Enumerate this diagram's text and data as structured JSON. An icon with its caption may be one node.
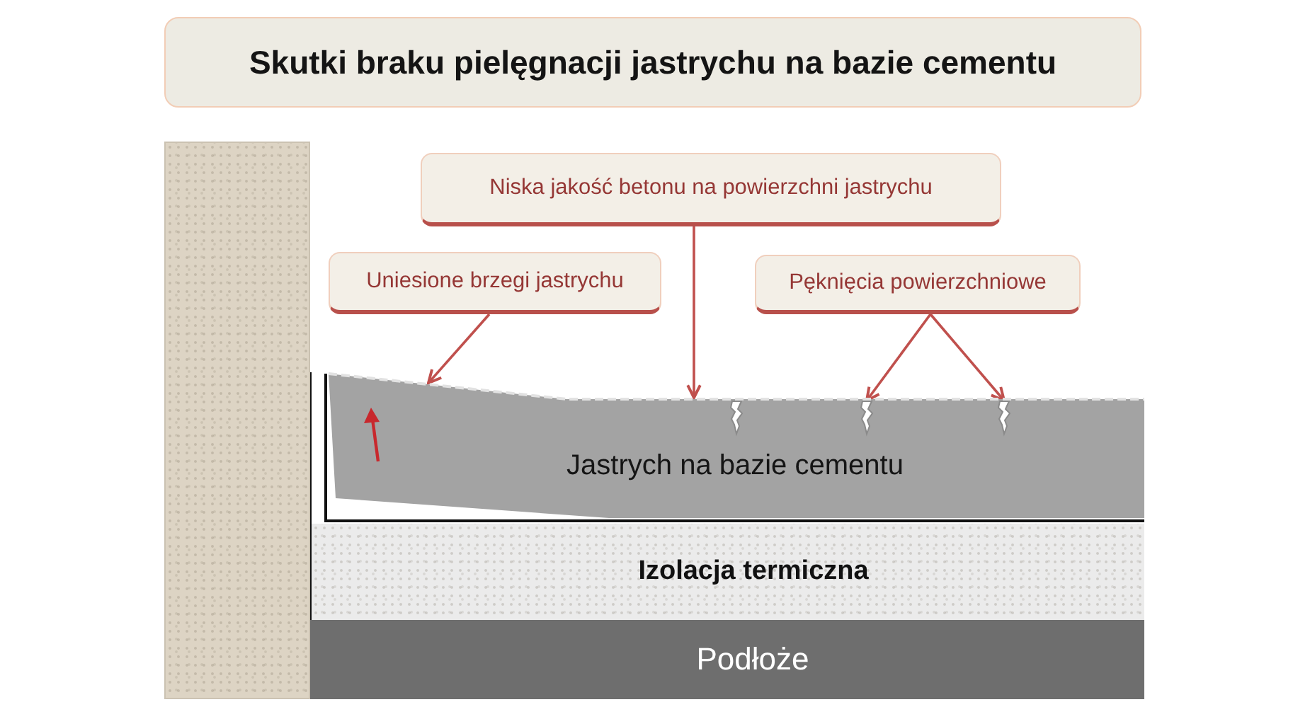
{
  "diagram": {
    "title": "Skutki braku pielęgnacji jastrychu na bazie cementu",
    "nodes": [
      {
        "text": [],
        "shape": "wall"
      },
      {
        "text": [
          "Niska jakość betonu na powierzchni jastrychu"
        ]
      },
      {
        "text": [
          "Uniesione brzegi jastrychu"
        ]
      },
      {
        "text": [
          "Pęknięcia powierzchniowe"
        ]
      },
      {
        "text": [
          "Jastrych na bazie cementu"
        ]
      },
      {
        "text": [],
        "shape": "crack",
        "in": 4
      },
      {
        "text": [],
        "shape": "crack",
        "in": 4
      },
      {
        "text": [],
        "shape": "crack",
        "in": 4
      },
      {
        "text": [
          "Izolacja termiczna"
        ]
      },
      {
        "text": [
          "Podłoże"
        ]
      }
    ],
    "edges": [
      {
        "from": 1,
        "to": 4,
        "arrow": "to"
      },
      {
        "from": 2,
        "to": 4,
        "arrow": "to"
      },
      {
        "from": 3,
        "to": 6,
        "arrow": "to"
      },
      {
        "from": 3,
        "to": 7,
        "arrow": "to"
      }
    ]
  }
}
